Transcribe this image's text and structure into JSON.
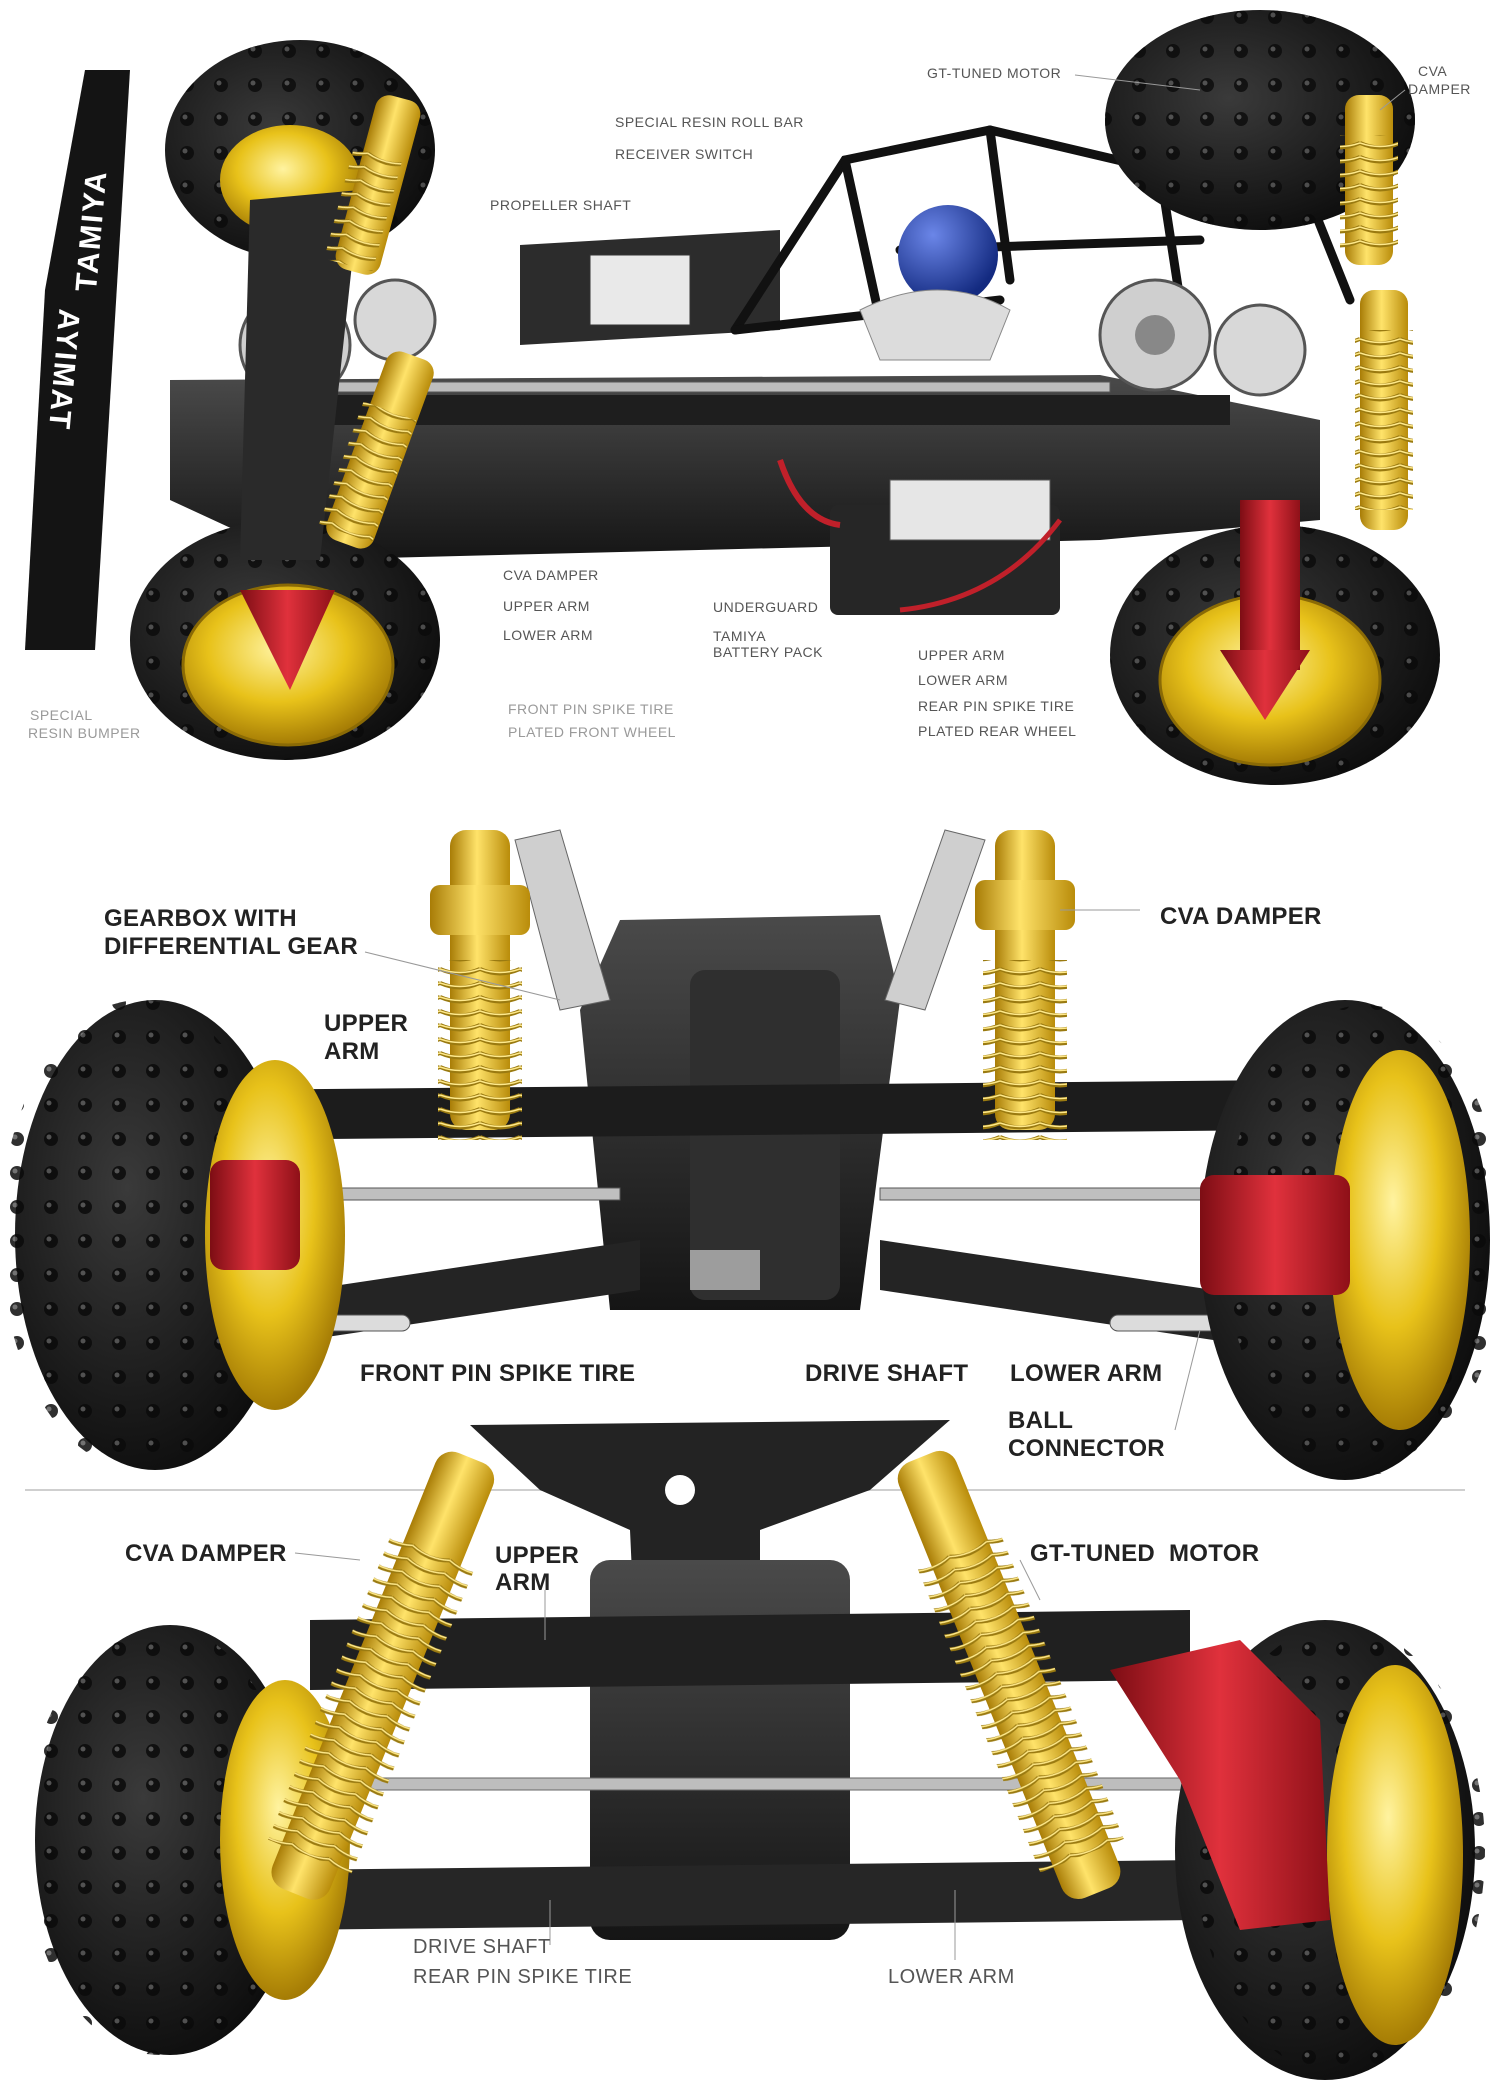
{
  "brand": {
    "upper": "TAMIYA",
    "lower": "TAMIYA"
  },
  "side_view": {
    "gt_tuned_motor": "GT-TUNED MOTOR",
    "cva_damper_line1": "CVA",
    "cva_damper_line2": "DAMPER",
    "special_resin_roll_bar": "SPECIAL RESIN ROLL BAR",
    "receiver_switch": "RECEIVER SWITCH",
    "propeller_shaft": "PROPELLER SHAFT",
    "cva_damper": "CVA DAMPER",
    "upper_arm": "UPPER ARM",
    "lower_arm": "LOWER ARM",
    "underguard": "UNDERGUARD",
    "battery_line1": "TAMIYA",
    "battery_line2": "BATTERY PACK",
    "rear_upper_arm": "UPPER ARM",
    "rear_lower_arm": "LOWER ARM",
    "rear_pin_spike_tire": "REAR PIN SPIKE TIRE",
    "plated_rear_wheel": "PLATED REAR WHEEL",
    "front_pin_spike_tire": "FRONT PIN SPIKE TIRE",
    "plated_front_wheel": "PLATED FRONT WHEEL",
    "bumper_line1": "SPECIAL",
    "bumper_line2": "RESIN BUMPER"
  },
  "front_view": {
    "gearbox_line1": "GEARBOX WITH",
    "gearbox_line2": "DIFFERENTIAL GEAR",
    "cva_damper": "CVA DAMPER",
    "upper_arm_line1": "UPPER",
    "upper_arm_line2": "ARM",
    "front_pin_spike_tire": "FRONT PIN SPIKE TIRE",
    "drive_shaft": "DRIVE SHAFT",
    "lower_arm": "LOWER ARM",
    "ball_connector_line1": "BALL",
    "ball_connector_line2": "CONNECTOR"
  },
  "rear_view": {
    "cva_damper": "CVA DAMPER",
    "upper_arm_line1": "UPPER",
    "upper_arm_line2": "ARM",
    "gt_tuned_motor": "GT-TUNED  MOTOR",
    "drive_shaft": "DRIVE SHAFT",
    "rear_pin_spike_tire": "REAR PIN SPIKE TIRE",
    "lower_arm": "LOWER ARM"
  },
  "colors": {
    "tire": "#1b1b1b",
    "wheel": "#e8c21a",
    "damper": "#e2b014",
    "red_part": "#c0202a",
    "chassis": "#2c2c2c",
    "roll_bar": "#1a1a1a",
    "helmet": "#1f3a9a"
  }
}
